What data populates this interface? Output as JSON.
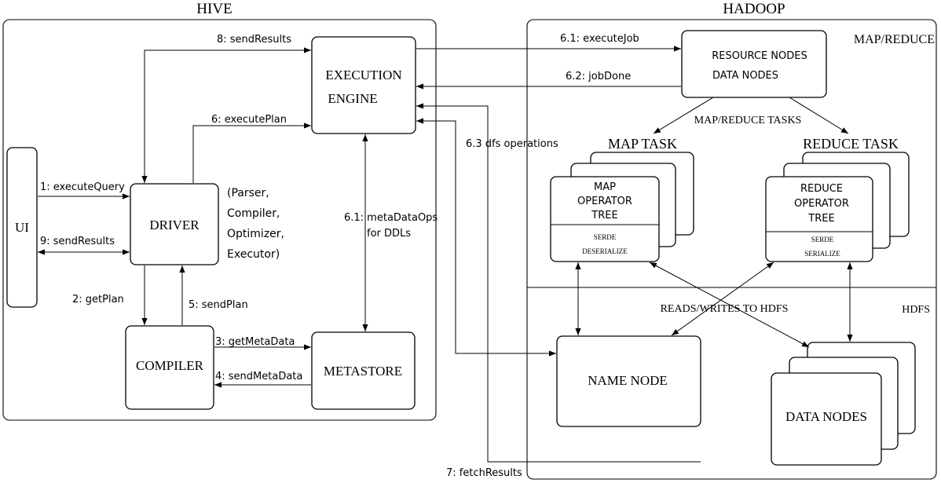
{
  "sections": {
    "hive": "HIVE",
    "hadoop": "HADOOP",
    "map_reduce": "MAP/REDUCE",
    "hdfs": "HDFS"
  },
  "nodes": {
    "ui": "UI",
    "driver": "DRIVER",
    "driver_note": [
      "(Parser,",
      "Compiler,",
      "Optimizer,",
      "Executor)"
    ],
    "compiler": "COMPILER",
    "metastore": "METASTORE",
    "execution_engine": [
      "EXECUTION",
      "ENGINE"
    ],
    "resource_nodes": [
      "RESOURCE NODES",
      "DATA NODES"
    ],
    "map_task": "MAP TASK",
    "reduce_task": "REDUCE TASK",
    "map_operator_tree": [
      "MAP",
      "OPERATOR",
      "TREE"
    ],
    "map_serde": [
      "SERDE",
      "DESERIALIZE"
    ],
    "reduce_operator_tree": [
      "REDUCE",
      "OPERATOR",
      "TREE"
    ],
    "reduce_serde": [
      "SERDE",
      "SERIALIZE"
    ],
    "name_node": "NAME NODE",
    "data_nodes": "DATA NODES"
  },
  "edges": {
    "execute_query": "1: executeQuery",
    "send_results_ui": "9: sendResults",
    "get_plan": "2: getPlan",
    "send_plan": "5: sendPlan",
    "get_metadata": "3: getMetaData",
    "send_metadata": "4: sendMetaData",
    "execute_plan": "6: executePlan",
    "send_results_engine": "8: sendResults",
    "metadata_ops": [
      "6.1: metaDataOps",
      "for DDLs"
    ],
    "execute_job": "6.1: executeJob",
    "job_done": "6.2: jobDone",
    "dfs_operations": "6.3 dfs operations",
    "map_reduce_tasks": "MAP/REDUCE TASKS",
    "reads_writes_hdfs": "READS/WRITES TO HDFS",
    "fetch_results": "7: fetchResults"
  }
}
